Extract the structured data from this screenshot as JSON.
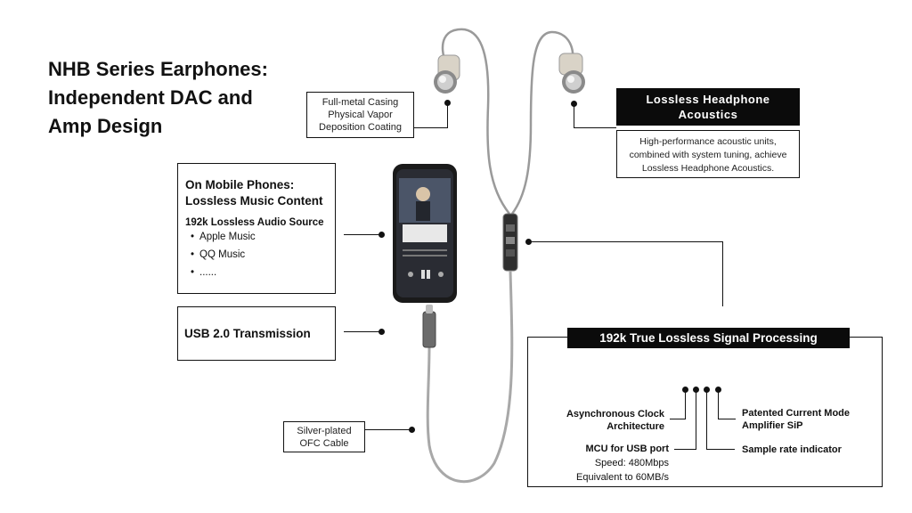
{
  "title": {
    "line1": "NHB Series Earphones:",
    "line2": "Independent DAC and",
    "line3": "Amp Design"
  },
  "casing": {
    "line1": "Full-metal Casing",
    "line2": "Physical Vapor",
    "line3": "Deposition Coating"
  },
  "acoustics": {
    "heading_line1": "Lossless Headphone",
    "heading_line2": "Acoustics",
    "desc_line1": "High-performance acoustic units,",
    "desc_line2": "combined with system tuning, achieve",
    "desc_line3": "Lossless Headphone Acoustics."
  },
  "mobile": {
    "title_line1": "On Mobile Phones:",
    "title_line2": "Lossless Music Content",
    "subtitle": "192k Lossless Audio Source",
    "items": [
      "Apple Music",
      "QQ Music",
      "......"
    ]
  },
  "usb": {
    "label": "USB 2.0 Transmission"
  },
  "cable": {
    "line1": "Silver-plated",
    "line2": "OFC Cable"
  },
  "processing": {
    "heading": "192k True Lossless Signal Processing",
    "clock_line1": "Asynchronous Clock",
    "clock_line2": "Architecture",
    "mcu": "MCU for USB port",
    "speed": "Speed: 480Mbps",
    "equiv": "Equivalent to 60MB/s",
    "amp_line1": "Patented Current Mode",
    "amp_line2": "Amplifier SiP",
    "sample": "Sample rate indicator"
  }
}
